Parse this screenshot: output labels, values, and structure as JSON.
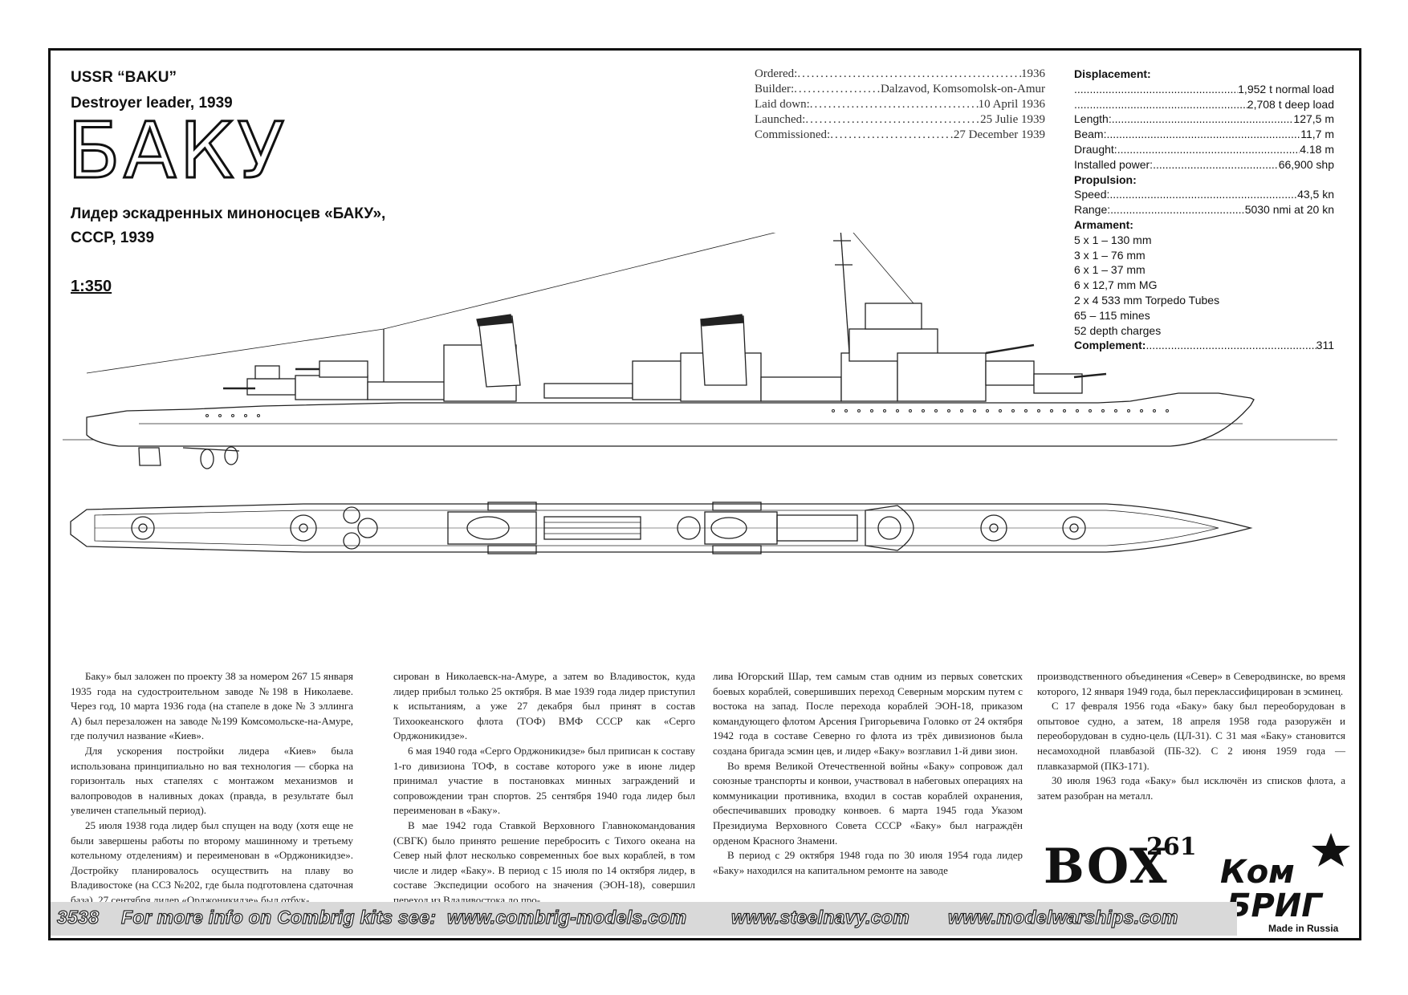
{
  "header": {
    "title_en": "USSR “BAKU”",
    "subtitle_en": "Destroyer leader, 1939",
    "big_name": "БАКУ",
    "title_ru_1": "Лидер эскадренных миноносцев «БАКУ»,",
    "title_ru_2": "СССР, 1939",
    "scale": "1:350"
  },
  "dates": [
    {
      "key": "Ordered:",
      "value": "1936"
    },
    {
      "key": "Builder:",
      "value": "Dalzavod, Komsomolsk-on-Amur"
    },
    {
      "key": "Laid down:",
      "value": "10 April 1936"
    },
    {
      "key": "Launched:",
      "value": "25 Julie 1939"
    },
    {
      "key": "Commissioned:",
      "value": "27 December 1939"
    }
  ],
  "specs": {
    "displacement_label": "Displacement:",
    "normal_load": "1,952 t normal load",
    "deep_load": "2,708 t deep load",
    "length_label": "Length:",
    "length": "127,5 m",
    "beam_label": "Beam:",
    "beam": "11,7 m",
    "draught_label": "Draught:",
    "draught": "4.18 m",
    "power_label": "Installed power:",
    "power": "66,900 shp",
    "propulsion_label": "Propulsion:",
    "speed_label": "Speed:",
    "speed": "43,5 kn",
    "range_label": "Range:",
    "range": "5030 nmi at 20 kn",
    "armament_label": "Armament:",
    "armament": [
      "5 x 1 – 130 mm",
      "3 x 1 – 76 mm",
      "6 x 1 – 37 mm",
      "6 x 12,7 mm MG",
      "2 x 4 533 mm Torpedo Tubes",
      "65 – 115 mines",
      "52 depth charges"
    ],
    "complement_label": "Complement:",
    "complement": "311"
  },
  "text": {
    "c1_p1": "Баку» был заложен по проекту 38 за номером 267 15 января 1935 года на судостроительном заводе №198 в Николаеве. Через год, 10 марта 1936 года (на стапеле в доке № 3 эллинга А) был перезаложен на заводе №199 Комсомольске-на-Амуре, где получил название «Киев».",
    "c1_p2": "Для ускорения постройки лидера «Киев» была использована принципиально но вая технология — сборка на горизонталь ных стапелях с монтажом механизмов и валопроводов в наливных доках (правда, в результате был увеличен стапельный период).",
    "c1_p3": "25 июля 1938 года лидер был спущен на воду (хотя еще не были завершены работы по второму машинному и третьему котельному отделениям) и переименован в «Орджоникидзе». Достройку планировалось осуществить на плаву во Владивостоке (на ССЗ №202, где была подготовлена сдаточная база). 27 сентября лидер «Орджоникидзе» был отбук-",
    "c2_p1": "сирован в Николаевск-на-Амуре, а затем во Владивосток, куда лидер прибыл только 25 октября. В мае 1939 года лидер приступил к испытаниям, а уже 27 декабря был принят в состав Тихоокеанского флота (ТОФ) ВМФ СССР как «Серго Орджоникидзе».",
    "c2_p2": "6 мая 1940 года «Серго Орджоникидзе» был приписан к составу 1-го дивизиона ТОФ, в составе которого уже в июне лидер принимал участие в постановках минных заграждений и сопровождении тран спортов. 25 сентября 1940 года лидер был переименован в «Баку».",
    "c2_p3": "В мае 1942 года Ставкой Верховного Главнокомандования (СВГК) было принято решение перебросить с Тихого океана на Север ный флот несколько современных бое вых кораблей, в том числе и лидер «Баку». В период с 15 июля по 14 октября лидер, в составе Экспедиции особого на значения (ЭОН-18), совершил переход из Владивостока до про-",
    "c3_p1": "лива Югорский Шар, тем самым став одним из первых советских боевых кораблей, совершивших переход Северным морским путем с востока на запад. После перехода кораблей ЭОН-18, приказом командующего флотом Арсения Григорьевича Головко от 24 октября 1942 года в составе Северно го флота из трёх дивизионов была создана бригада эсмин цев, и лидер «Баку» возглавил 1-й диви зион.",
    "c3_p2": "Во время Великой Отечественной войны «Баку» сопровож дал союзные транспорты и конвои, участвовал в набеговых операциях на коммуникации противника, входил в состав кораблей охранения, обеспечивавших проводку конвоев. 6 марта 1945 года Указом Президиума Верховного Совета СССР «Баку» был награждён орденом Красного Знамени.",
    "c3_p3": "В период с 29 октября 1948 года по 30 июля 1954 года лидер «Баку» находился на капитальном ремонте на заводе",
    "c4_p1": "производственного объединения «Север» в Северодвинске, во время которого, 12 января 1949 года, был переклассифицирован в эсминец.",
    "c4_p2": "С 17 февраля 1956 года «Баку» баку был переоборудован в опытовое судно, а затем, 18 апреля 1958 года разоружён и переоборудован в судно-цель (ЦЛ-31). С 31 мая «Баку» становится несамоходной плавбазой (ПБ-32). С 2 июня 1959 года — плавказармой (ПКЗ-171).",
    "c4_p3": "30 июля 1963 года «Баку» был исключён из списков флота, а затем разобран на металл."
  },
  "box": {
    "label": "BOX",
    "number": "261"
  },
  "logo": {
    "top": "Ком",
    "bottom": "БРИГ",
    "made": "Made in Russia"
  },
  "footer": {
    "kit_number": "3538",
    "more_info": "For more info on Combrig kits see:",
    "url1": "www.combrig-models.com",
    "url2": "www.steelnavy.com",
    "url3": "www.modelwarships.com"
  }
}
